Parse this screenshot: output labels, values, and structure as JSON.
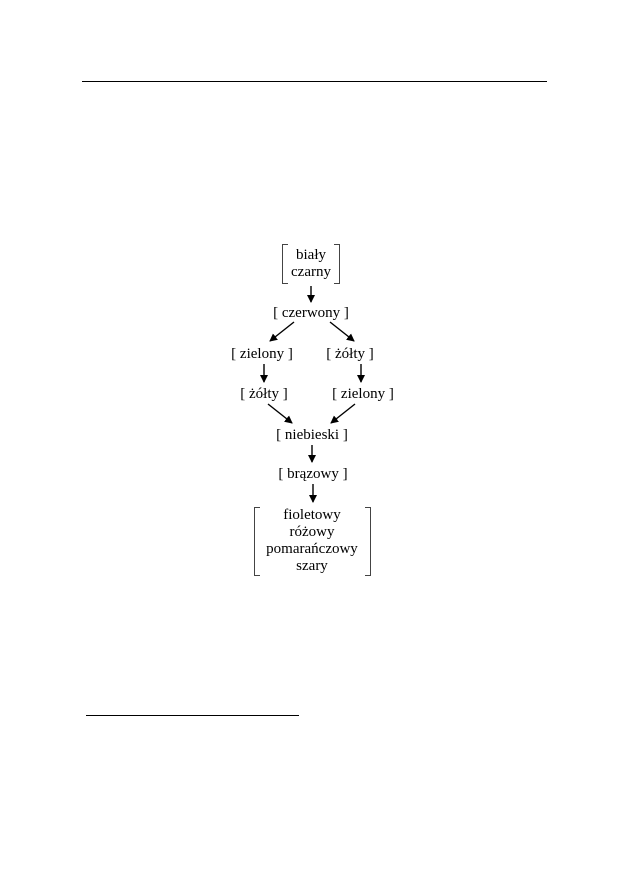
{
  "diagram": {
    "top_group": [
      "biały",
      "czarny"
    ],
    "node_czerwony": "[ czerwony ]",
    "node_zielony_left": "[ zielony ]",
    "node_zolty_right": "[ żółty ]",
    "node_zolty_left": "[ żółty ]",
    "node_zielony_right": "[ zielony ]",
    "node_niebieski": "[ niebieski ]",
    "node_brazowy": "[ brązowy ]",
    "bottom_group": [
      "fioletowy",
      "różowy",
      "pomarańczowy",
      "szary"
    ],
    "edges": [
      [
        "top_group",
        "node_czerwony"
      ],
      [
        "node_czerwony",
        "node_zielony_left"
      ],
      [
        "node_czerwony",
        "node_zolty_right"
      ],
      [
        "node_zielony_left",
        "node_zolty_left"
      ],
      [
        "node_zolty_right",
        "node_zielony_right"
      ],
      [
        "node_zolty_left",
        "node_niebieski"
      ],
      [
        "node_zielony_right",
        "node_niebieski"
      ],
      [
        "node_niebieski",
        "node_brazowy"
      ],
      [
        "node_brazowy",
        "bottom_group"
      ]
    ]
  }
}
